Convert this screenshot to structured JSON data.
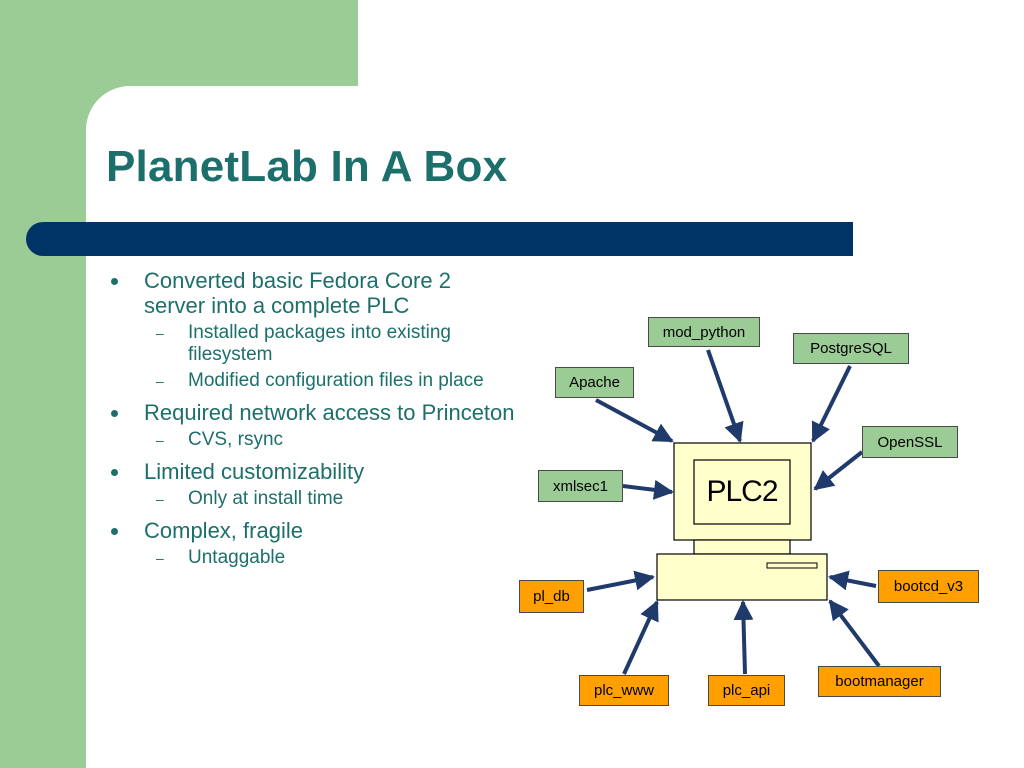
{
  "title": "PlanetLab In A Box",
  "bullets": [
    {
      "text": "Converted basic Fedora Core 2 server into a complete PLC",
      "sub": [
        "Installed packages into existing filesystem",
        "Modified configuration files in place"
      ]
    },
    {
      "text": "Required network access to Princeton",
      "sub": [
        "CVS, rsync"
      ]
    },
    {
      "text": "Limited customizability",
      "sub": [
        "Only at install time"
      ]
    },
    {
      "text": "Complex, fragile",
      "sub": [
        "Untaggable"
      ]
    }
  ],
  "diagram": {
    "center_label": "PLC2",
    "green_boxes": [
      "mod_python",
      "PostgreSQL",
      "Apache",
      "OpenSSL",
      "xmlsec1"
    ],
    "orange_boxes": [
      "pl_db",
      "bootcd_v3",
      "plc_www",
      "plc_api",
      "bootmanager"
    ]
  },
  "colors": {
    "green_background": "#9ccc95",
    "title_text": "#1d6f6b",
    "title_bar": "#003366",
    "green_box": "#9ccc95",
    "orange_box": "#ffa000",
    "computer_fill": "#ffffcc",
    "arrow": "#1f3a6b"
  }
}
